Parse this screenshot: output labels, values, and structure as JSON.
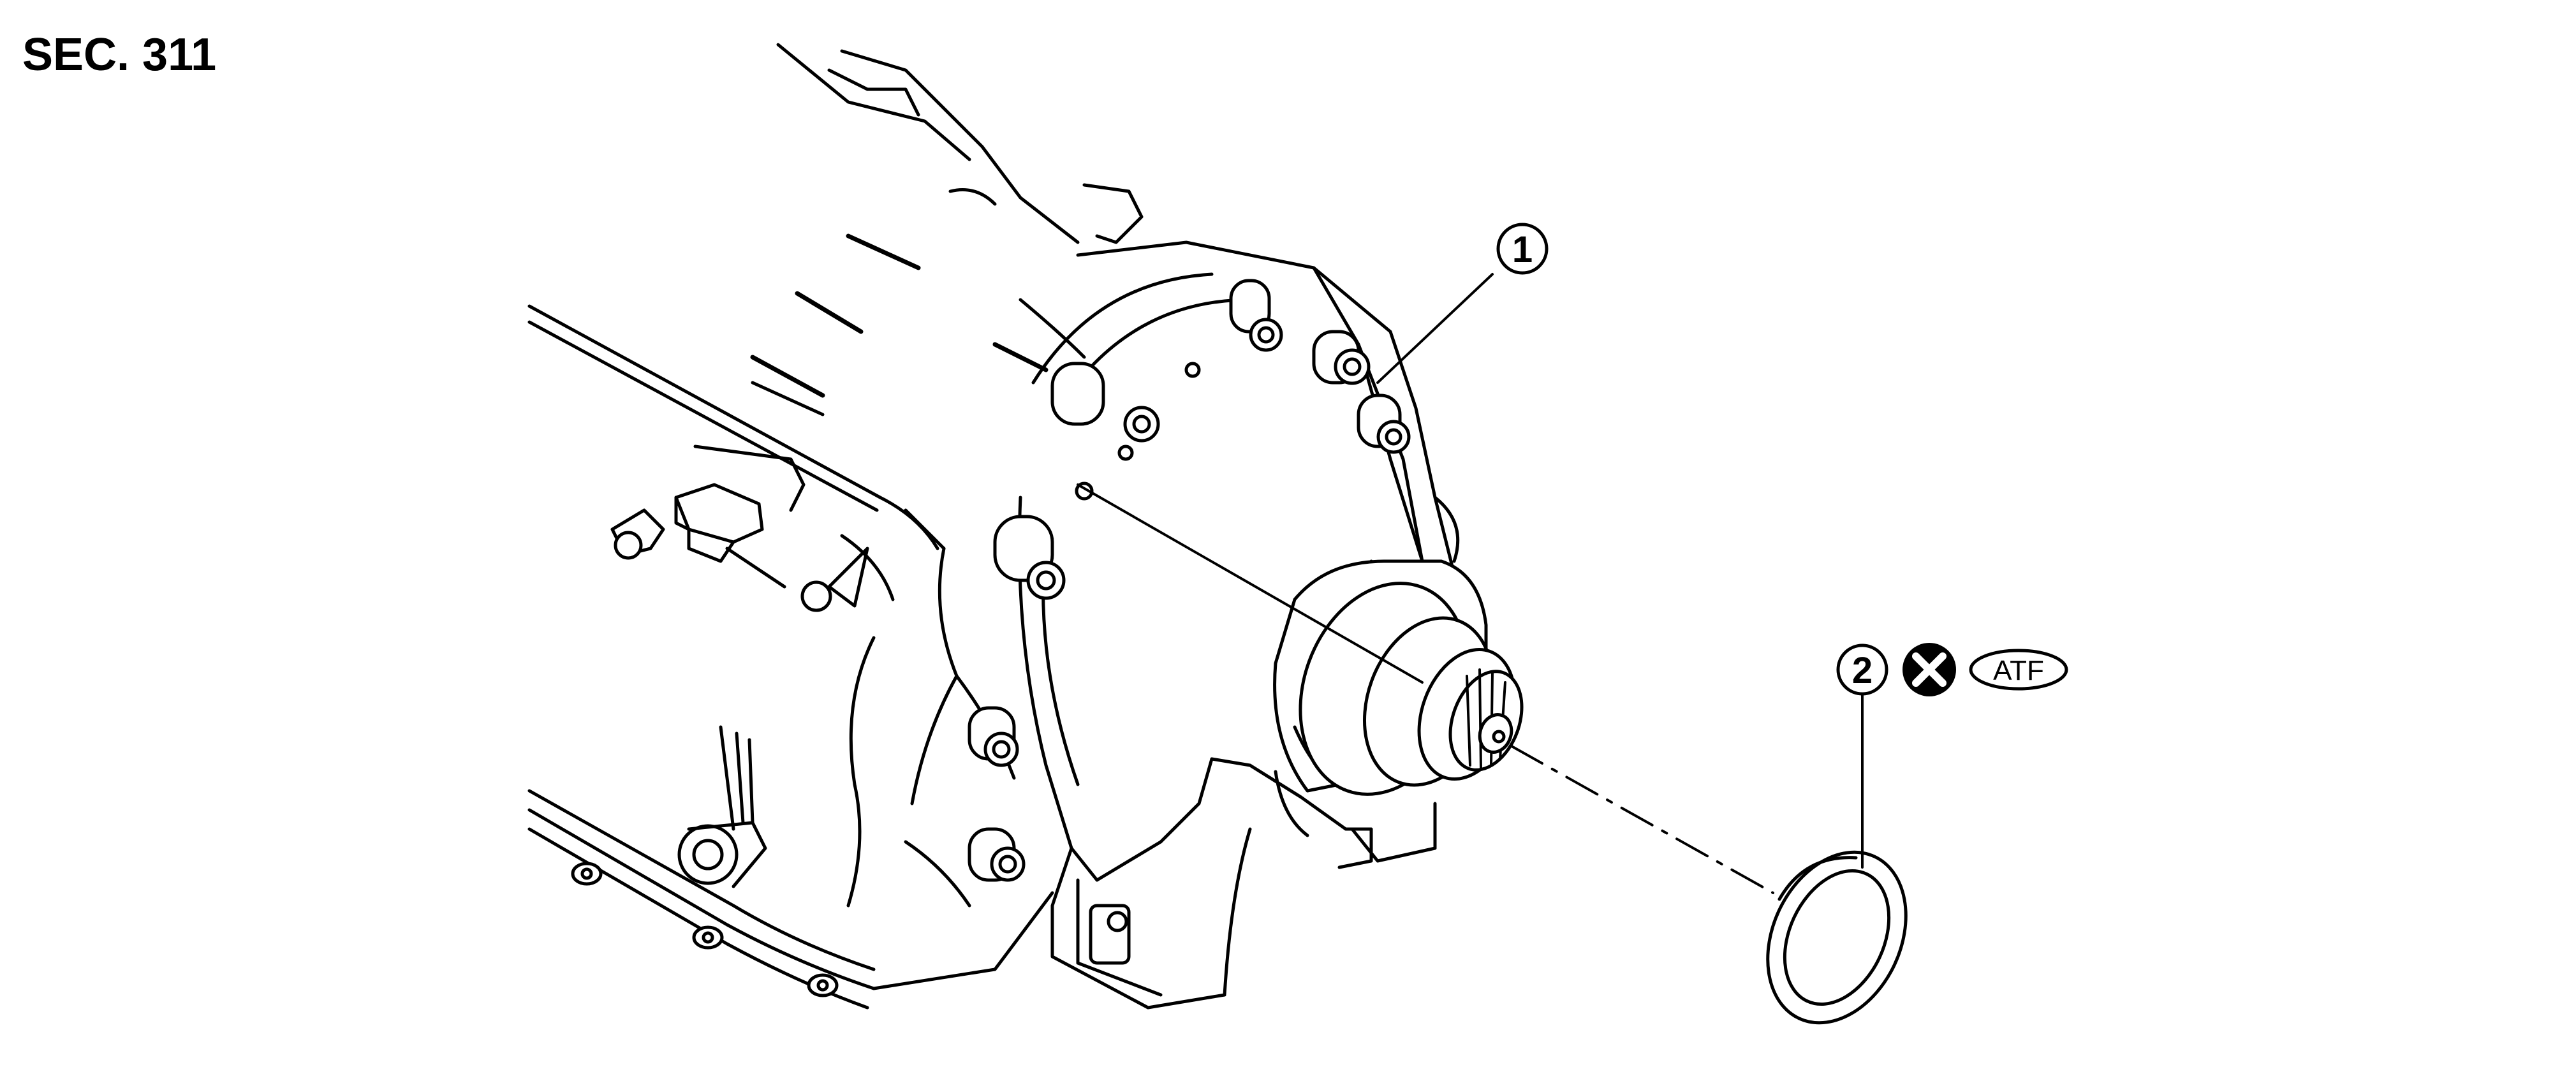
{
  "section": {
    "label": "SEC. 311"
  },
  "callouts": [
    {
      "number": "1"
    },
    {
      "number": "2"
    }
  ],
  "symbols": {
    "do_not_reuse": {
      "icon": "do-not-reuse-icon"
    },
    "fluid": {
      "label": "ATF"
    }
  },
  "colors": {
    "line": "#000000",
    "background": "#ffffff"
  }
}
